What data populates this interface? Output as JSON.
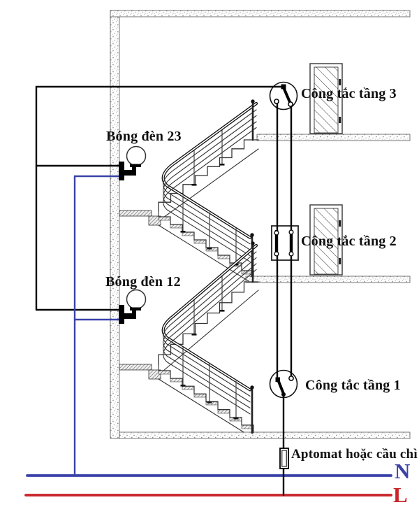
{
  "diagram": {
    "type": "staircase-lighting-wiring-diagram",
    "labels": {
      "lamp_23": "Bóng đèn 23",
      "switch_floor_3": "Công tắc tầng 3",
      "switch_floor_2": "Công tắc tầng 2",
      "lamp_12": "Bóng đèn 12",
      "switch_floor_1": "Công tắc tầng 1",
      "breaker": "Aptomat hoặc cầu chì",
      "neutral_letter": "N",
      "live_letter": "L"
    },
    "wire_colors": {
      "switched_live": "#000000",
      "neutral": "#3a42a8",
      "live": "#c9252b"
    },
    "components": [
      "two-way-switch-floor-3",
      "intermediate-switch-floor-2",
      "two-way-switch-floor-1",
      "wall-lamp-23",
      "wall-lamp-12",
      "fuse-or-breaker",
      "door-floor-3",
      "door-floor-2",
      "staircase-two-storeys"
    ]
  }
}
